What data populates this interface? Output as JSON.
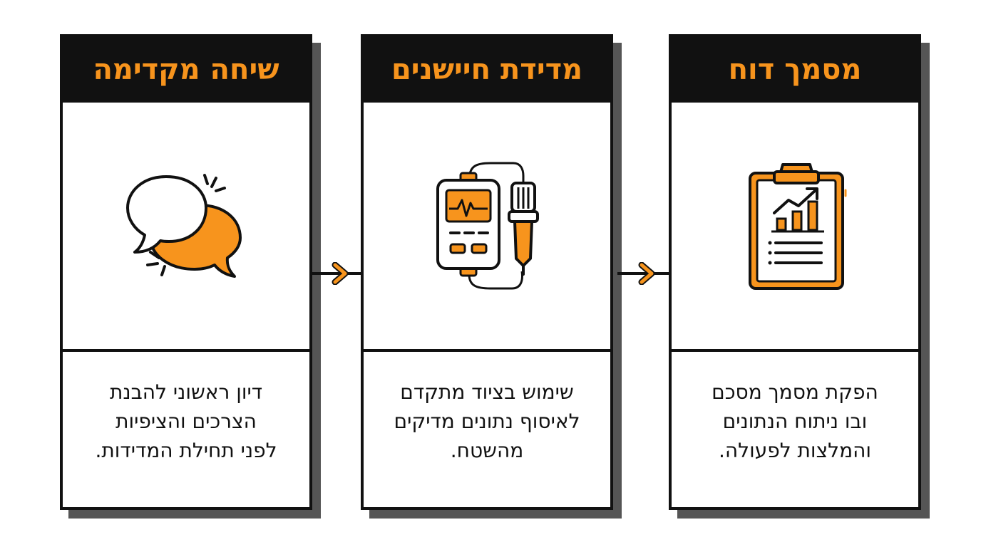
{
  "colors": {
    "accent": "#F7941D",
    "ink": "#111111",
    "shadow": "#555555",
    "background": "#FFFFFF"
  },
  "steps": [
    {
      "title": "שיחה מקדימה",
      "icon": "speech-bubbles-icon",
      "description_lines": [
        "דיון ראשוני להבנת",
        "הצרכים והציפיות",
        "לפני תחילת המדידות."
      ]
    },
    {
      "title": "מדידת חיישנים",
      "icon": "sensor-meter-icon",
      "description_lines": [
        "שימוש בציוד מתקדם",
        "לאיסוף נתונים מדיקים",
        "מהשטח."
      ]
    },
    {
      "title": "מסמך דוח",
      "icon": "clipboard-report-icon",
      "description_lines": [
        "הפקת מסמך מסכם",
        "ובו ניתוח הנתונים",
        "והמלצות לפעולה."
      ]
    }
  ],
  "connectors": [
    {
      "icon": "chevron-right-icon"
    },
    {
      "icon": "chevron-right-icon"
    }
  ]
}
